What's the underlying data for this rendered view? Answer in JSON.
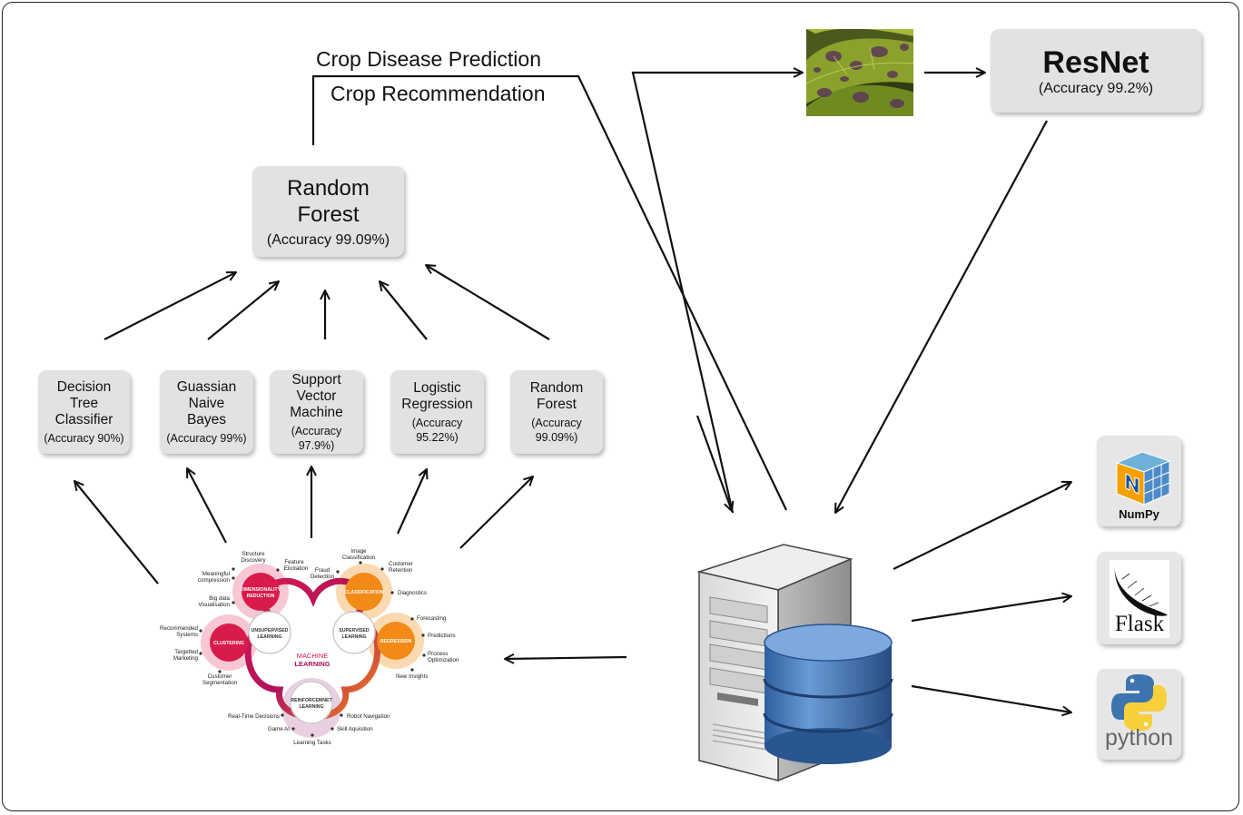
{
  "labels": {
    "crop_disease": "Crop Disease Prediction",
    "crop_recommendation": "Crop Recommendation"
  },
  "top_model": {
    "title_line1": "Random",
    "title_line2": "Forest",
    "accuracy": "(Accuracy 99.09%)"
  },
  "resnet": {
    "title": "ResNet",
    "accuracy": "(Accuracy 99.2%)"
  },
  "models": [
    {
      "line1": "Decision Tree",
      "line2": "Classifier",
      "accuracy": "(Accuracy 90%)"
    },
    {
      "line1": "Guassian Naive",
      "line2": "Bayes",
      "accuracy": "(Accuracy 99%)"
    },
    {
      "line1": "Support Vector",
      "line2": "Machine",
      "accuracy": "(Accuracy 97.9%)"
    },
    {
      "line1": "Logistic",
      "line2": "Regression",
      "accuracy": "(Accuracy 95.22%)"
    },
    {
      "line1": "Random",
      "line2": "Forest",
      "accuracy": "(Accuracy 99.09%)"
    }
  ],
  "ml_diagram": {
    "center": "MACHINE",
    "center2": "LEARNING",
    "nodes": {
      "unsupervised": [
        "UNSUPERVISED",
        "LEARNING"
      ],
      "supervised": [
        "SUPERVISED",
        "LEARNING"
      ],
      "reinforcement": [
        "REINFORCEMNET",
        "LEARNING"
      ],
      "dimensionality": [
        "DIMENSIONALITY",
        "REDUCTION"
      ],
      "clustering": "CLUSTERING",
      "classification": "CLASSIFICATION",
      "regression": "REGRESSION"
    },
    "leaves": {
      "structure_discovery": [
        "Structure",
        "Discovery"
      ],
      "feature_elicitation": [
        "Feature",
        "Elicitation"
      ],
      "meaningful_compression": [
        "Meaningful",
        "compression"
      ],
      "big_data": [
        "Big data",
        "Visualisation"
      ],
      "recommended_systems": [
        "Recommended",
        "Systems"
      ],
      "targeted_marketing": [
        "Targetted",
        "Marketing"
      ],
      "customer_segmentation": [
        "Customer",
        "Segmentation"
      ],
      "image_classification": [
        "Image",
        "Classification"
      ],
      "customer_retention": [
        "Customer",
        "Retention"
      ],
      "fraud_detection": [
        "Fraud",
        "Detection"
      ],
      "diagnostics": "Diagnostics",
      "forecasting": "Forecasting",
      "predictions": "Predictions",
      "process_optimization": [
        "Process",
        "Optimization"
      ],
      "new_insights": "New Insights",
      "real_time": "Real-Time Decisions",
      "robot_navigation": "Robot Navigation",
      "game_ai": "Game AI",
      "skill_acquisition": "Skill Aquisition",
      "learning_tasks": "Learning Tasks"
    }
  },
  "logos": {
    "numpy": "NumPy",
    "flask": "Flask",
    "python": "python"
  },
  "colors": {
    "box_bg": "#e2e2e2",
    "pink": "#d81b4a",
    "orange": "#f28a17",
    "db_blue": "#4d7fbf"
  }
}
